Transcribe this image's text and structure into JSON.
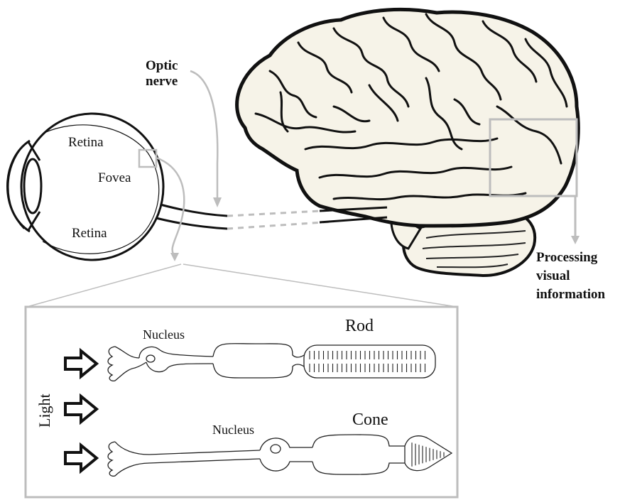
{
  "labels": {
    "optic_nerve": [
      "Optic",
      "nerve"
    ],
    "retina_top": "Retina",
    "fovea": "Fovea",
    "retina_bottom": "Retina",
    "processing": [
      "Processing",
      "visual",
      "information"
    ],
    "light": "Light",
    "rod": "Rod",
    "cone": "Cone",
    "nucleus_rod": "Nucleus",
    "nucleus_cone": "Nucleus"
  },
  "colors": {
    "brain_fill": "#f6f3e8",
    "outline": "#111111",
    "callout_gray": "#bdbdbd"
  },
  "icons": {
    "light_arrows": "outlined-right-arrow-icon"
  }
}
